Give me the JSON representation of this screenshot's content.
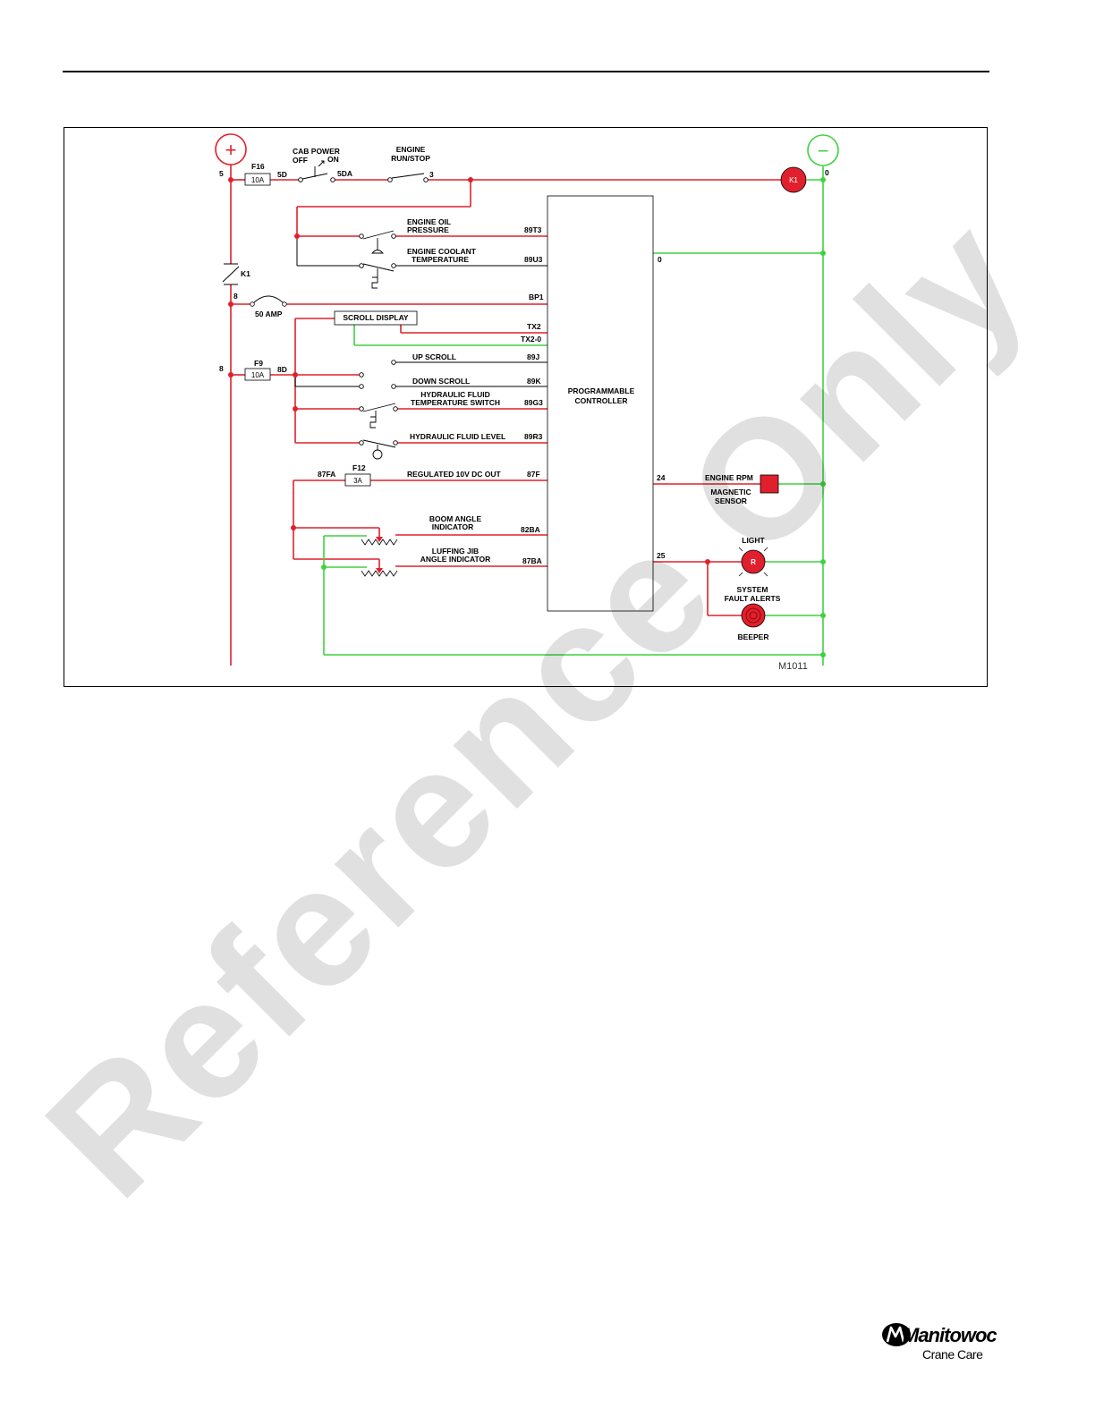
{
  "colors": {
    "power": "#e0202c",
    "ground": "#3fd23f",
    "line": "#000000"
  },
  "diagram": {
    "plus_symbol": "+",
    "minus_symbol": "−",
    "wires": {
      "w5": "5",
      "w5d": "5D",
      "w5da": "5DA",
      "w3": "3",
      "w0_top": "0",
      "w8_upper": "8",
      "w8_lower": "8",
      "w8d": "8D",
      "w87fa": "87FA",
      "w0_ctrl": "0",
      "w24": "24",
      "w25": "25"
    },
    "fuses": {
      "f16": {
        "name": "F16",
        "rating": "10A"
      },
      "f9": {
        "name": "F9",
        "rating": "10A"
      },
      "f12": {
        "name": "F12",
        "rating": "3A"
      },
      "amp50": "50 AMP"
    },
    "switches": {
      "cab_power": "CAB POWER",
      "cab_off": "OFF",
      "cab_on": "ON",
      "engine_line1": "ENGINE",
      "engine_line2": "RUN/STOP"
    },
    "relay": {
      "coil": "K1",
      "contact": "K1"
    },
    "inputs": {
      "oil_1": "ENGINE OIL",
      "oil_2": "PRESSURE",
      "oil_wire": "89T3",
      "coolant_1": "ENGINE COOLANT",
      "coolant_2": "TEMPERATURE",
      "coolant_wire": "89U3",
      "bp1": "BP1",
      "scroll_display": "SCROLL DISPLAY",
      "tx2": "TX2",
      "tx20": "TX2-0",
      "up_scroll": "UP SCROLL",
      "up_wire": "89J",
      "down_scroll": "DOWN SCROLL",
      "down_wire": "89K",
      "hyd_temp_1": "HYDRAULIC FLUID",
      "hyd_temp_2": "TEMPERATURE SWITCH",
      "hyd_temp_wire": "89G3",
      "hyd_level": "HYDRAULIC FLUID LEVEL",
      "hyd_level_wire": "89R3",
      "reg_out": "REGULATED 10V DC OUT",
      "reg_wire": "87F",
      "boom_1": "BOOM ANGLE",
      "boom_2": "INDICATOR",
      "boom_wire": "82BA",
      "jib_1": "LUFFING JIB",
      "jib_2": "ANGLE INDICATOR",
      "jib_wire": "87BA"
    },
    "controller": {
      "line1": "PROGRAMMABLE",
      "line2": "CONTROLLER"
    },
    "outputs": {
      "rpm": "ENGINE RPM",
      "sensor_1": "MAGNETIC",
      "sensor_2": "SENSOR",
      "light": "LIGHT",
      "light_letter": "R",
      "fault_1": "SYSTEM",
      "fault_2": "FAULT ALERTS",
      "beeper": "BEEPER"
    },
    "figure_id": "M1011"
  },
  "watermark": "Reference Only",
  "logo": {
    "name": "Manitowoc",
    "sub": "Crane Care"
  }
}
